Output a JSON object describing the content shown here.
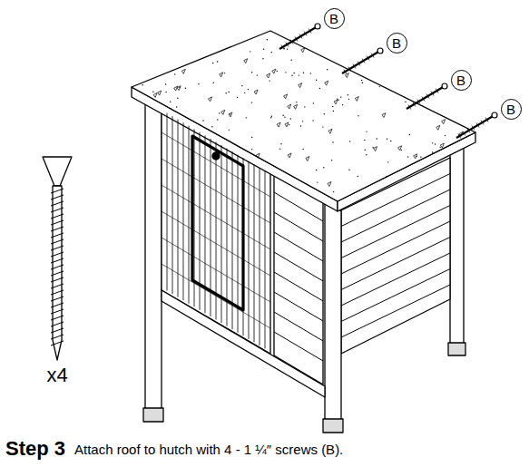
{
  "diagram": {
    "nodes": [
      {
        "text": [
          "B"
        ]
      },
      {
        "text": [
          "B"
        ]
      },
      {
        "text": [
          "B"
        ]
      },
      {
        "text": [
          "B"
        ]
      }
    ],
    "labels": [
      "x4",
      "Step 3",
      "Attach roof to hutch with 4 - 1 ¼″ screws (B)."
    ]
  }
}
